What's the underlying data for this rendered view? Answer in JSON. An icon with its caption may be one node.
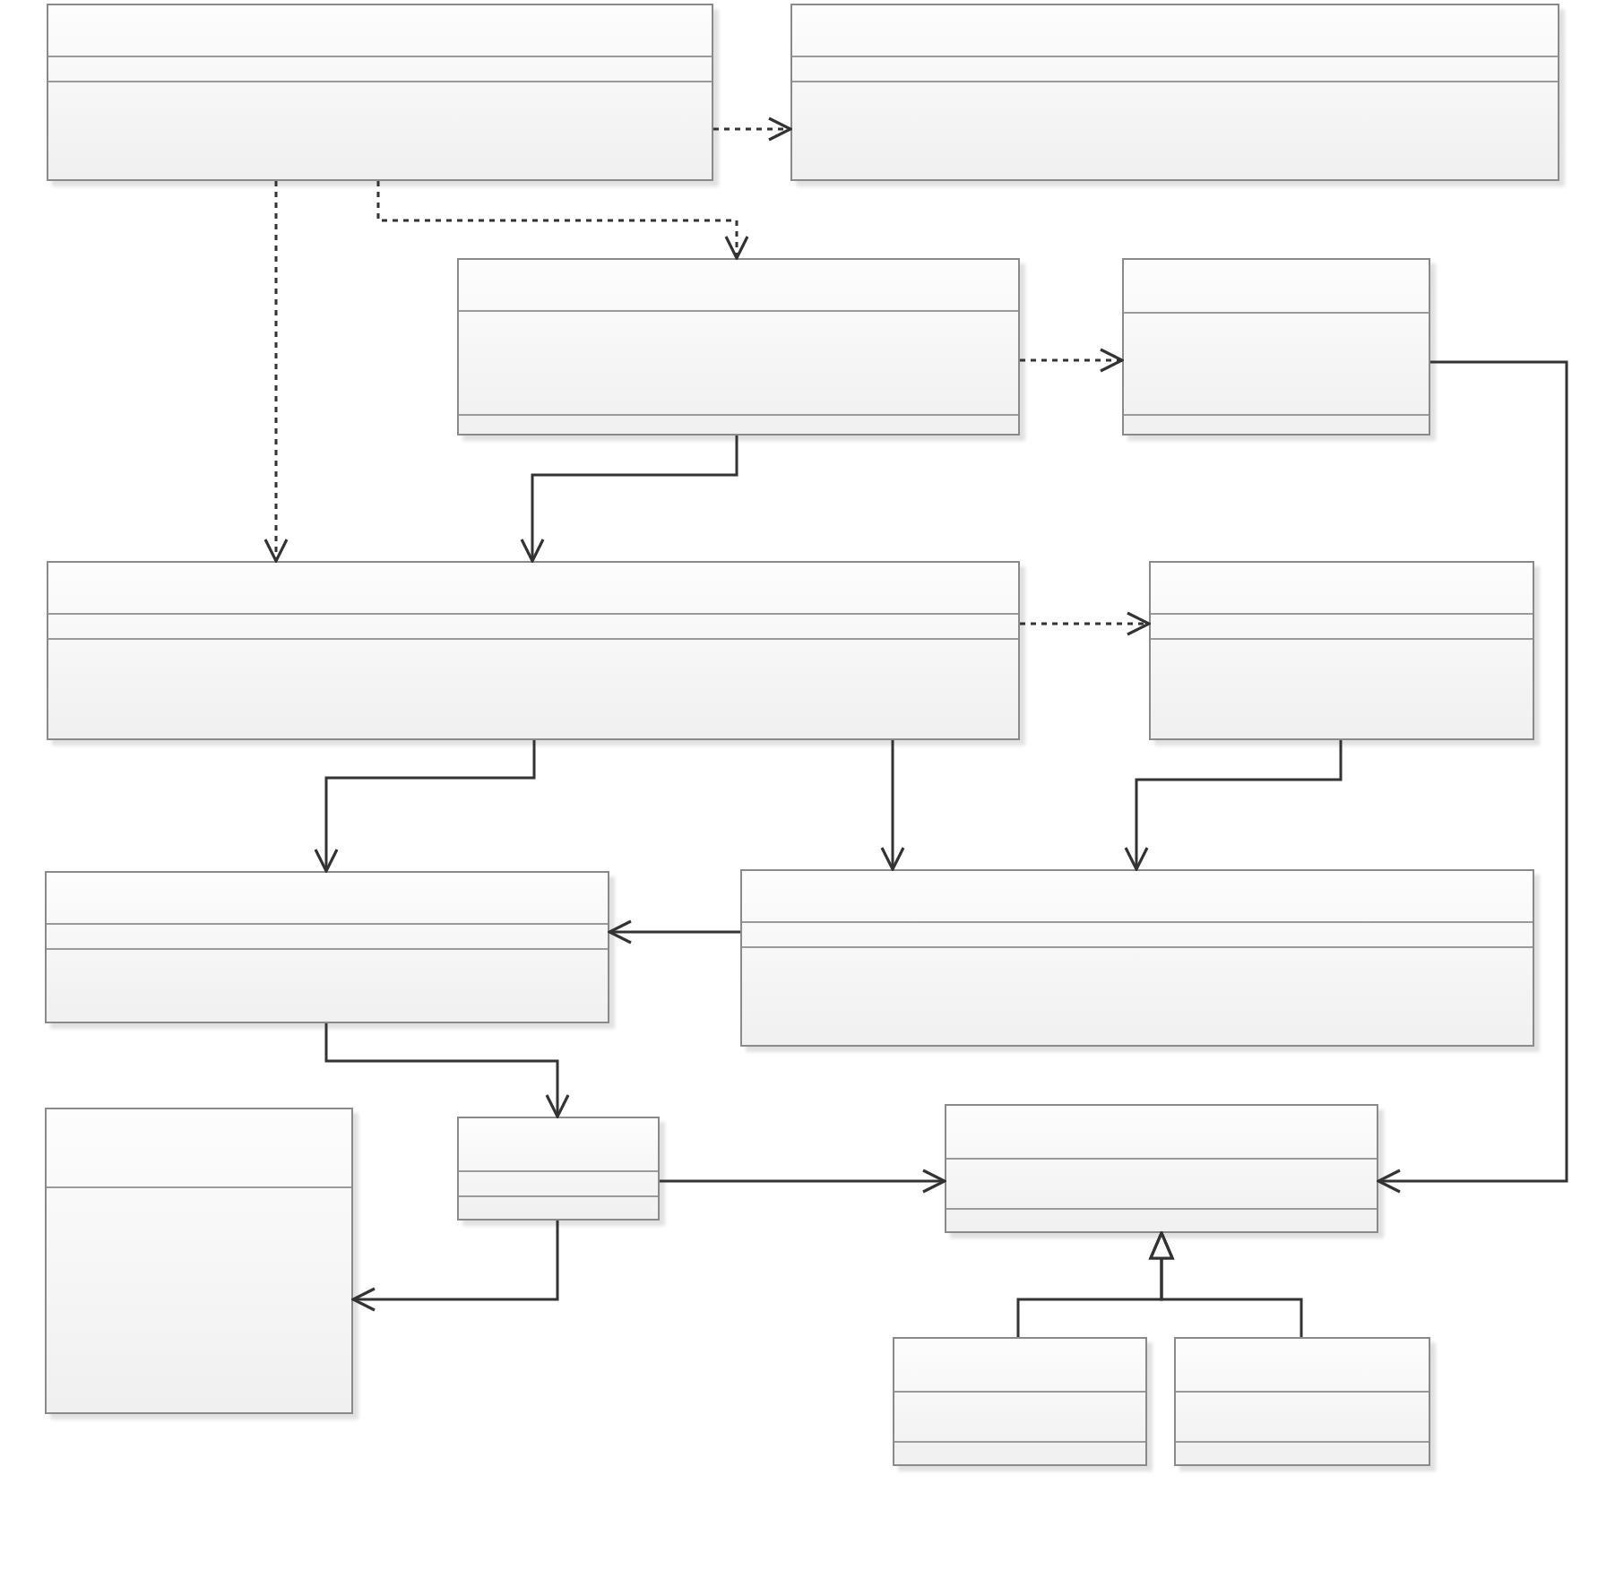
{
  "diagram": {
    "nodes": [
      {
        "text": [],
        "shape": "box"
      },
      {
        "text": [],
        "shape": "box"
      },
      {
        "text": [],
        "shape": "box"
      },
      {
        "text": [],
        "shape": "box"
      },
      {
        "text": [],
        "shape": "box"
      },
      {
        "text": [],
        "shape": "box"
      },
      {
        "text": [],
        "shape": "box"
      },
      {
        "text": [],
        "shape": "box"
      },
      {
        "text": [],
        "shape": "box"
      },
      {
        "text": [],
        "shape": "box"
      },
      {
        "text": [],
        "shape": "box"
      },
      {
        "text": [],
        "shape": "box"
      },
      {
        "text": [],
        "shape": "box"
      }
    ],
    "edges": [
      {
        "from": 0,
        "to": 1,
        "arrow": "to",
        "style": "dashed"
      },
      {
        "from": 0,
        "to": 2,
        "arrow": "to",
        "style": "dashed"
      },
      {
        "from": 0,
        "to": 4,
        "arrow": "to",
        "style": "dashed"
      },
      {
        "from": 2,
        "to": 3,
        "arrow": "to",
        "style": "dashed"
      },
      {
        "from": 2,
        "to": 4,
        "arrow": "to"
      },
      {
        "from": 3,
        "to": 10,
        "arrow": "to"
      },
      {
        "from": 4,
        "to": 5,
        "arrow": "to",
        "style": "dashed"
      },
      {
        "from": 4,
        "to": 6,
        "arrow": "to"
      },
      {
        "from": 4,
        "to": 7,
        "arrow": "to"
      },
      {
        "from": 5,
        "to": 7,
        "arrow": "to"
      },
      {
        "from": 7,
        "to": 6,
        "arrow": "to"
      },
      {
        "from": 6,
        "to": 9,
        "arrow": "to"
      },
      {
        "from": 9,
        "to": 10,
        "arrow": "to"
      },
      {
        "from": 9,
        "to": 8,
        "arrow": "to"
      },
      {
        "from": 11,
        "to": 10,
        "arrow": "to"
      },
      {
        "from": 12,
        "to": 10,
        "arrow": "to"
      }
    ]
  }
}
